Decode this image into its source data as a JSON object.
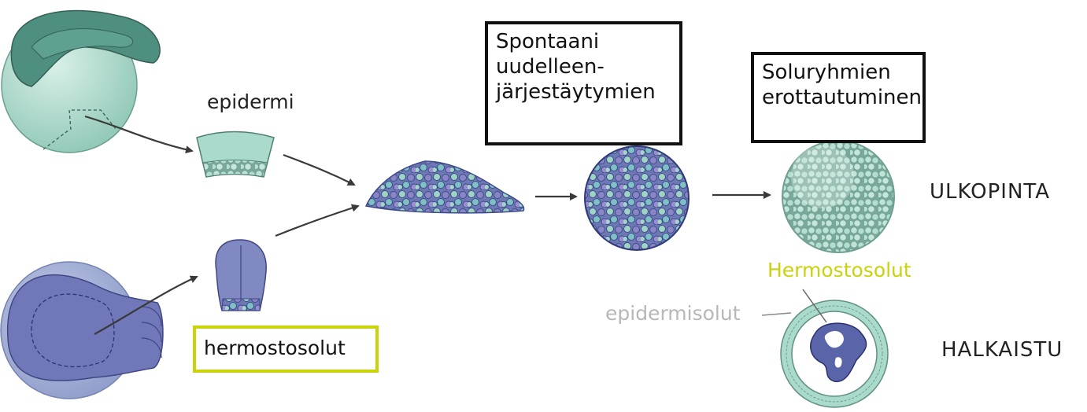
{
  "labels": {
    "epidermi": "epidermi",
    "hermostosolut_box": "hermostosolut",
    "step1_lines": [
      "Spontaani",
      "uudelleen-",
      "järjestäytymien"
    ],
    "step2_lines": [
      "Soluryhmien",
      "erottautuminen"
    ],
    "ulkopinta": "ULKOPINTA",
    "hermostosolut_yellow": "Hermostosolut",
    "epidermisolut": "epidermisolut",
    "halkaistu": "HALKAISTU"
  },
  "colors": {
    "epidermis_teal": "#9fd3c3",
    "neural_purple": "#7f86bf",
    "highlight_yellow": "#c9d20a",
    "label_gray": "#b7b7b7"
  }
}
